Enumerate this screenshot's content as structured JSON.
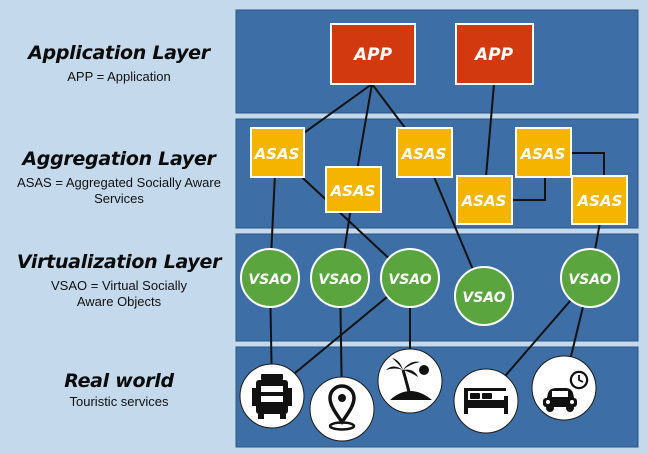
{
  "layers": [
    {
      "title": "Application Layer",
      "desc": "APP = Application"
    },
    {
      "title": "Aggregation Layer",
      "desc": "ASAS = Aggregated Socially Aware Services"
    },
    {
      "title": "Virtualization Layer",
      "desc": "VSAO = Virtual Socially Aware Objects"
    },
    {
      "title": "Real world",
      "desc": "Touristic services"
    }
  ],
  "app_label": "APP",
  "asas_label": "ASAS",
  "vsao_label": "VSAO",
  "icons": [
    "hotel-building-icon",
    "location-pin-icon",
    "island-beach-icon",
    "bed-icon",
    "car-rental-icon"
  ],
  "colors": {
    "background": "#c5d9ec",
    "panel": "#3d6ea5",
    "app": "#d2390f",
    "asas": "#f4b400",
    "vsao": "#5aa53e",
    "line": "#1a1a1a"
  }
}
